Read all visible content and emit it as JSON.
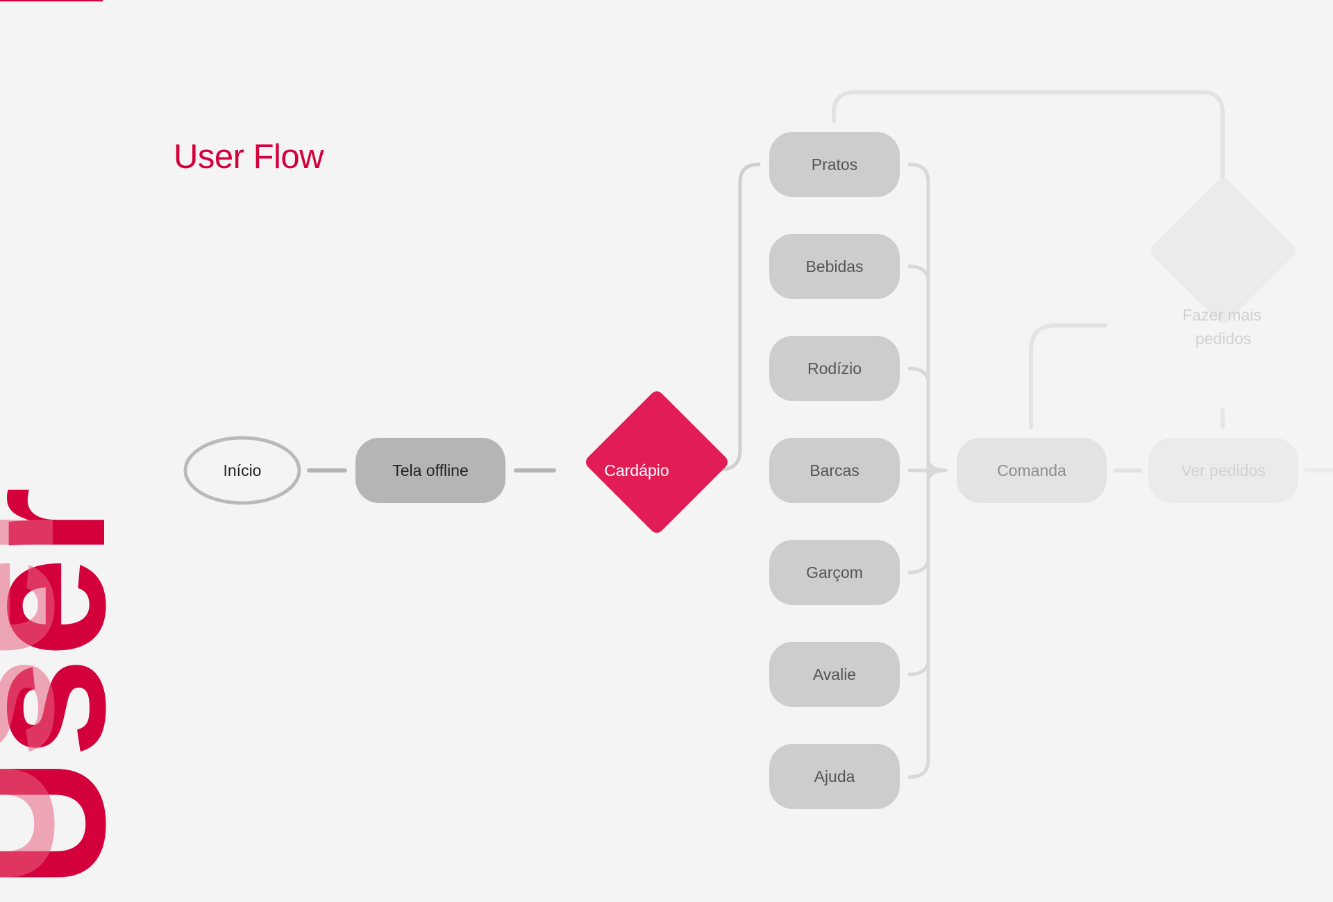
{
  "title": "User Flow",
  "decor_word": "User",
  "colors": {
    "brand": "#d4003c",
    "brand_light": "#e02057",
    "node_dark": "#b5b5b5",
    "node_menu": "#cdcdcd",
    "node_faded": "#e3e3e3",
    "node_faint": "#ebebeb",
    "connector": "#cfcfcf"
  },
  "nodes": {
    "start": "Início",
    "offline": "Tela offline",
    "menu": "Cardápio",
    "dishes": "Pratos",
    "drinks": "Bebidas",
    "rodizio": "Rodízio",
    "boats": "Barcas",
    "waiter": "Garçom",
    "rate": "Avalie",
    "help": "Ajuda",
    "order_tab": "Comanda",
    "view_orders": "Ver pedidos",
    "more_orders_line1": "Fazer mais",
    "more_orders_line2": "pedidos"
  }
}
